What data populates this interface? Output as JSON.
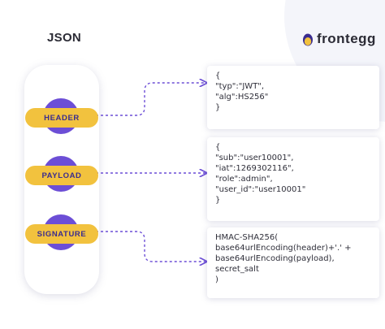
{
  "title": "JSON",
  "brand": {
    "name": "frontegg",
    "accent": "#f2c23e",
    "primary": "#6c4ed6"
  },
  "badges": [
    {
      "label": "HEADER"
    },
    {
      "label": "PAYLOAD"
    },
    {
      "label": "SIGNATURE"
    }
  ],
  "cards": [
    {
      "lines": [
        "{",
        "\"typ\":\"JWT\",",
        "\"alg\":HS256\"",
        "}"
      ]
    },
    {
      "lines": [
        "{",
        "\"sub\":\"user10001\",",
        "\"iat\":1269302116\",",
        "\"role\":admin\",",
        "\"user_id\":\"user10001\"",
        "}"
      ]
    },
    {
      "lines": [
        "HMAC-SHA256(",
        "base64urlEncoding(header)+'.' +",
        "base64urlEncoding(payload),",
        "secret_salt",
        ")"
      ]
    }
  ]
}
